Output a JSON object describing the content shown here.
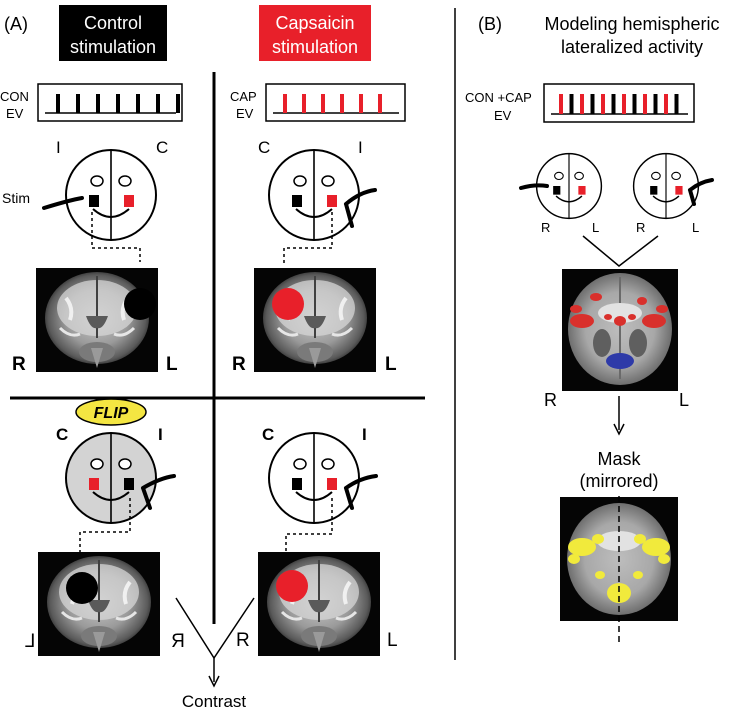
{
  "colors": {
    "control": "#000000",
    "capsaicin": "#e8202a",
    "flip_badge": "#f4e642",
    "flipped_face": "#d3d3d3",
    "mask": "#f1ea3c",
    "activation_red": "#d9302c",
    "activation_blue": "#2e3aa8"
  },
  "panel_a": {
    "label": "(A)",
    "control_title": [
      "Control",
      "stimulation"
    ],
    "capsaicin_title": [
      "Capsaicin",
      "stimulation"
    ],
    "con_ev": [
      "CON",
      "EV"
    ],
    "cap_ev": [
      "CAP",
      "EV"
    ],
    "stim_label": "Stim",
    "top_left": {
      "left": "I",
      "right": "C"
    },
    "top_right": {
      "left": "C",
      "right": "I"
    },
    "bottom_left": {
      "left": "C",
      "right": "I"
    },
    "bottom_right": {
      "left": "C",
      "right": "I"
    },
    "brain_tl": {
      "left": "R",
      "right": "L"
    },
    "brain_tr": {
      "left": "R",
      "right": "L"
    },
    "brain_bl": {
      "left": "L",
      "right": "R"
    },
    "brain_br": {
      "left": "R",
      "right": "L"
    },
    "flip_label": "FLIP",
    "contrast_label": "Contrast"
  },
  "panel_b": {
    "label": "(B)",
    "title": [
      "Modeling hemispheric",
      "lateralized activity"
    ],
    "ev": [
      "CON +CAP",
      "EV"
    ],
    "face1": {
      "left": "R",
      "right": "L"
    },
    "face2": {
      "left": "R",
      "right": "L"
    },
    "brain": {
      "left": "R",
      "right": "L"
    },
    "mask_label": [
      "Mask",
      "(mirrored)"
    ]
  }
}
